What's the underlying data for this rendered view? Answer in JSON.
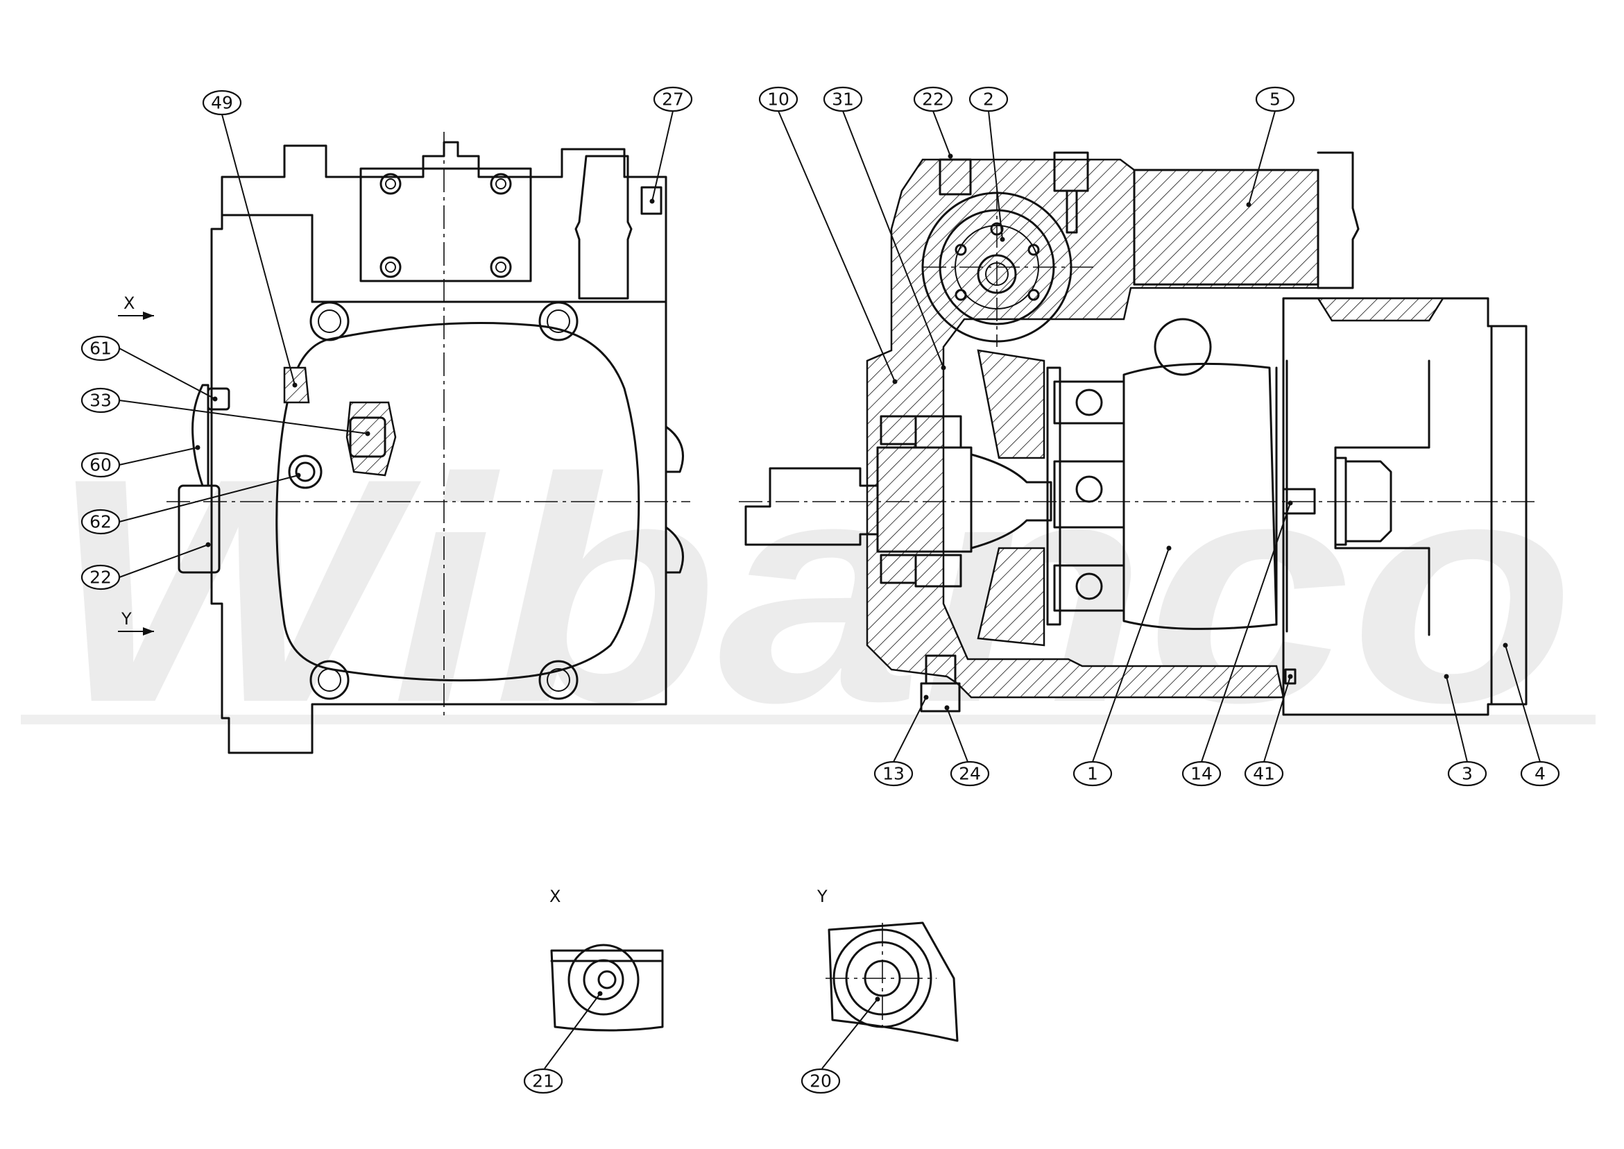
{
  "watermark": {
    "text": "Wibanco"
  },
  "view_labels": {
    "x_arrow": "X",
    "y_arrow": "Y",
    "detail_x": "X",
    "detail_y": "Y"
  },
  "callouts": {
    "c49": "49",
    "c27": "27",
    "c10": "10",
    "c31": "31",
    "c22_top": "22",
    "c2": "2",
    "c5": "5",
    "c61": "61",
    "c33": "33",
    "c60": "60",
    "c62": "62",
    "c22_left": "22",
    "c13": "13",
    "c24": "24",
    "c1": "1",
    "c14": "14",
    "c41": "41",
    "c3": "3",
    "c4": "4",
    "c21": "21",
    "c20": "20"
  }
}
